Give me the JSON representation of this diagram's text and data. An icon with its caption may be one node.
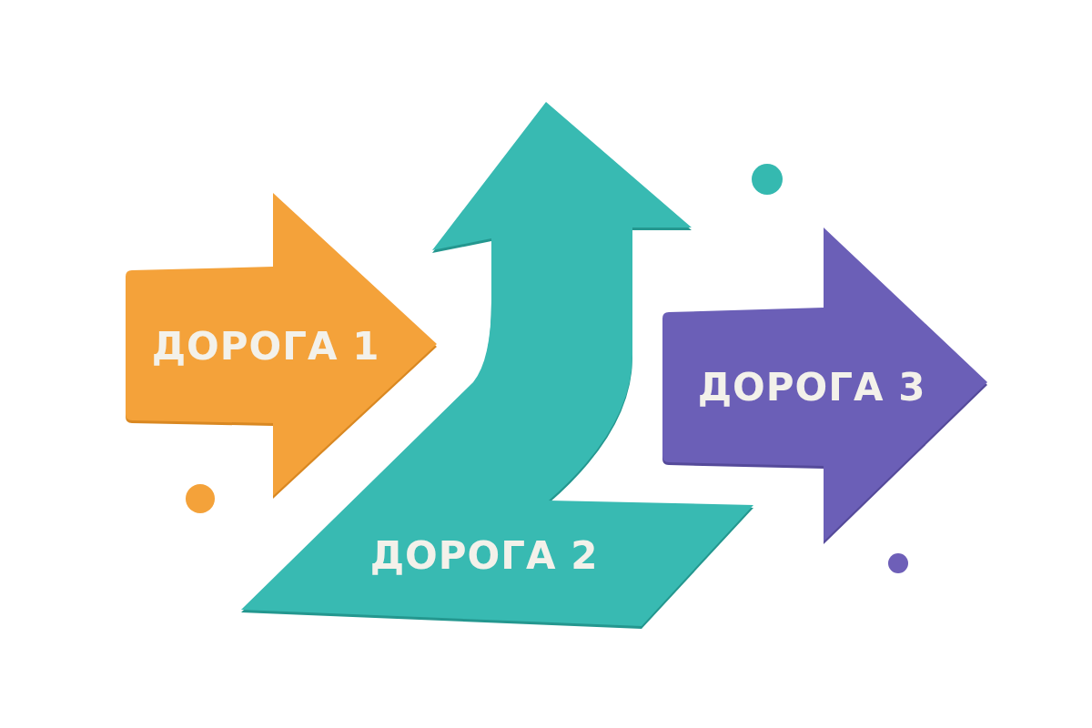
{
  "diagram": {
    "nodes": [
      {
        "text": [
          "ДОРОГА 1"
        ]
      },
      {
        "text": [
          "ДОРОГА 2"
        ]
      },
      {
        "text": [
          "ДОРОГА 3"
        ]
      }
    ]
  }
}
